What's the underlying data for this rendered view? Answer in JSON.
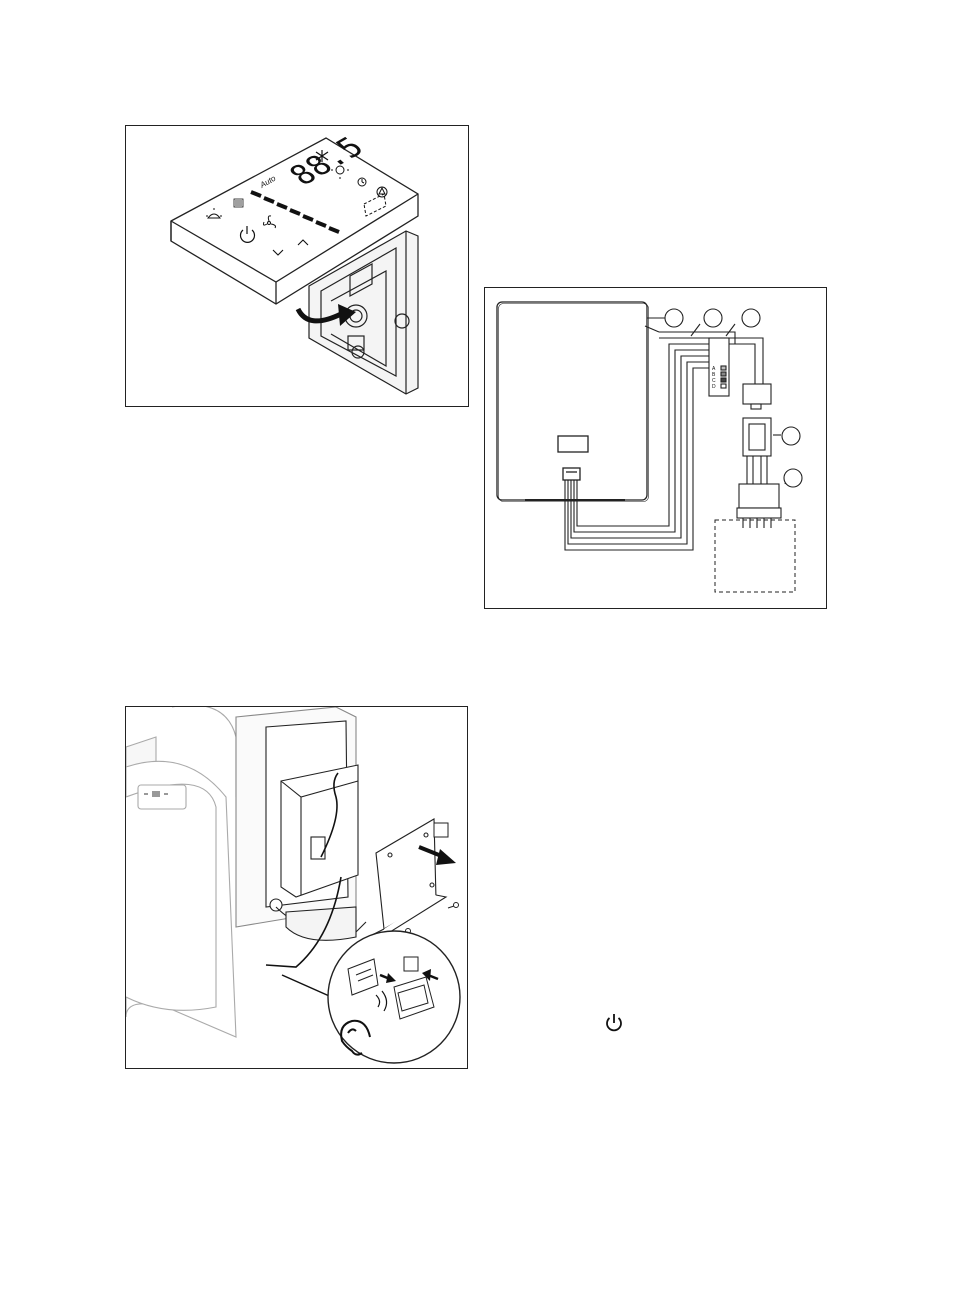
{
  "figure_controller": {
    "display_digits": "88.5",
    "mode_label": "Auto"
  },
  "figure_wiring": {
    "terminal_labels": [
      "A",
      "B",
      "C",
      "D"
    ]
  },
  "figure_unit": {},
  "icons": {
    "power": "power-icon"
  }
}
